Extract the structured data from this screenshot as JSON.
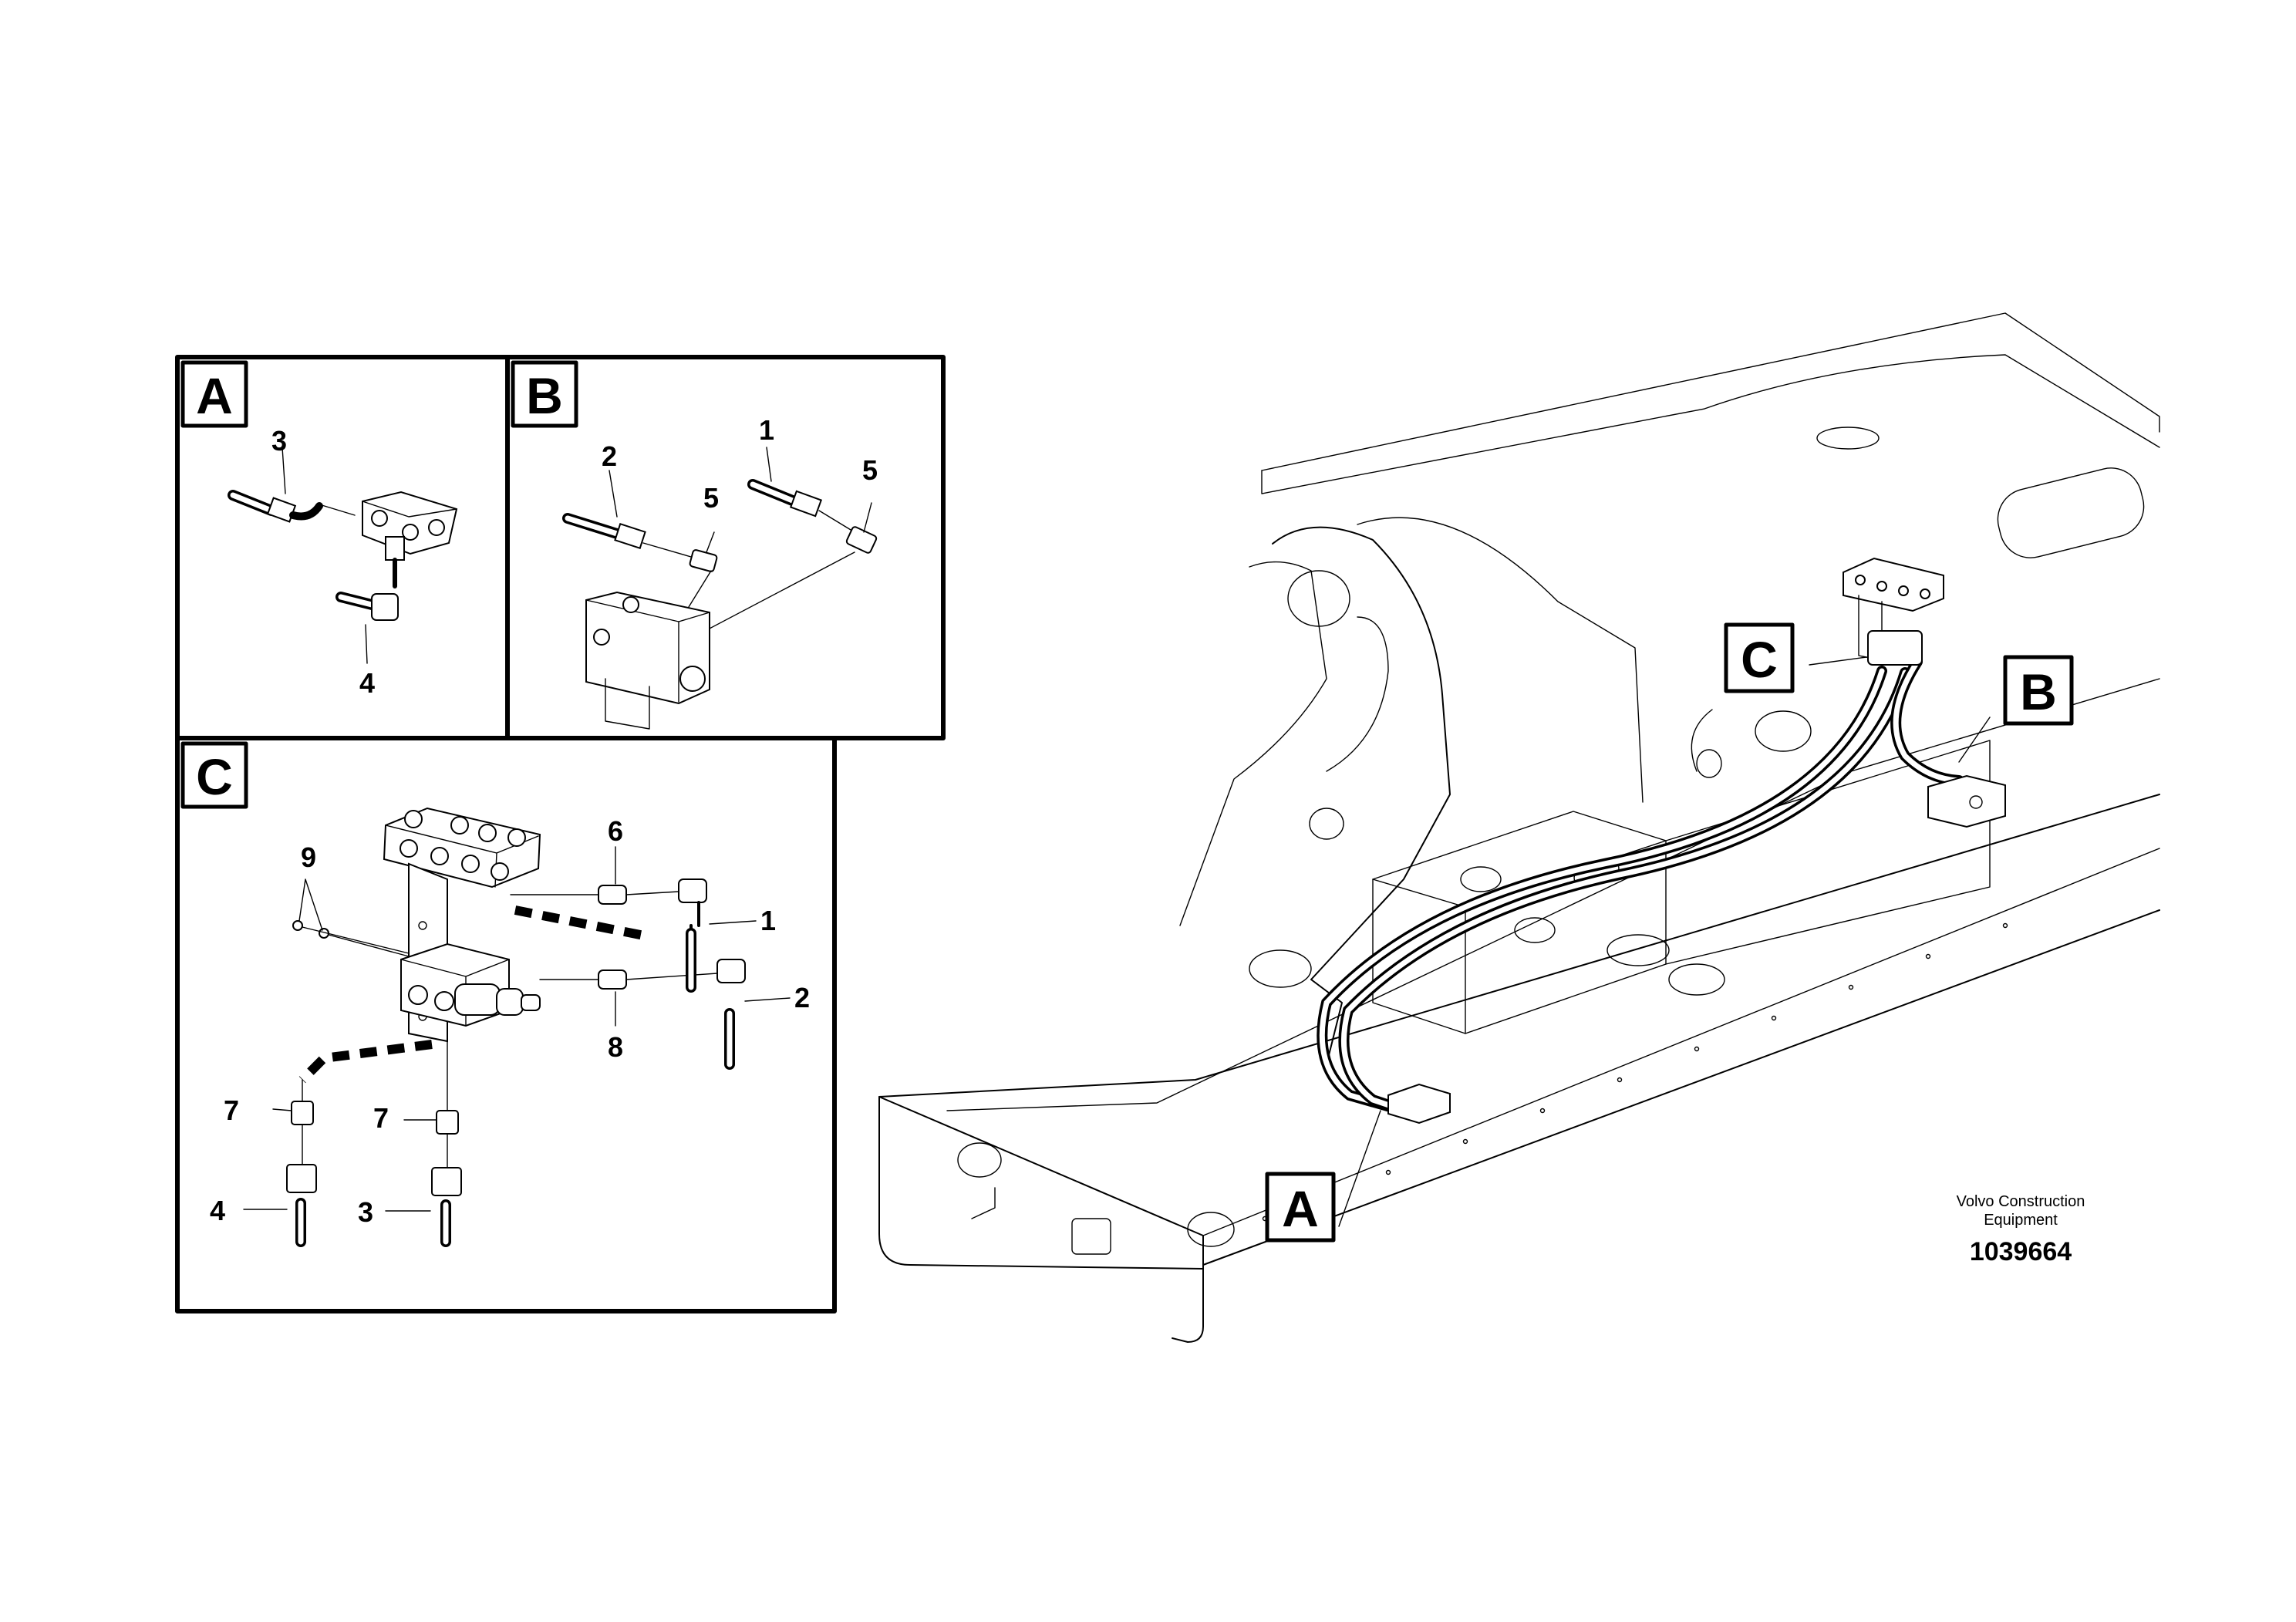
{
  "detail_views": {
    "A": {
      "label": "A",
      "callouts": [
        "3",
        "4"
      ]
    },
    "B": {
      "label": "B",
      "callouts": [
        "2",
        "5",
        "1",
        "5"
      ]
    },
    "C": {
      "label": "C",
      "callouts": [
        "9",
        "6",
        "1",
        "2",
        "8",
        "7",
        "7",
        "4",
        "3"
      ]
    }
  },
  "overview_labels": [
    "C",
    "B",
    "A"
  ],
  "credit": {
    "line1": "Volvo Construction",
    "line2": "Equipment",
    "drawing_number": "1039664"
  }
}
